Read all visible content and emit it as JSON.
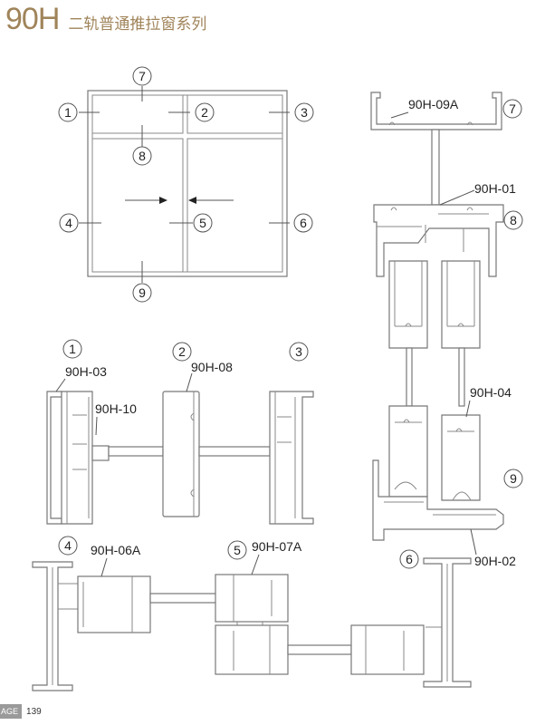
{
  "header": {
    "series_code": "90H",
    "series_title": "二轨普通推拉窗系列"
  },
  "footer": {
    "page_prefix": "AGE",
    "page_number": "139"
  },
  "callouts": [
    "1",
    "2",
    "3",
    "4",
    "5",
    "6",
    "7",
    "8",
    "9"
  ],
  "profiles": {
    "p09A": "90H-09A",
    "p01": "90H-01",
    "p04": "90H-04",
    "p02": "90H-02",
    "p03": "90H-03",
    "p08": "90H-08",
    "p10": "90H-10",
    "p06A": "90H-06A",
    "p07A": "90H-07A"
  },
  "colors": {
    "brand": "#a0845a",
    "line": "#777777"
  }
}
